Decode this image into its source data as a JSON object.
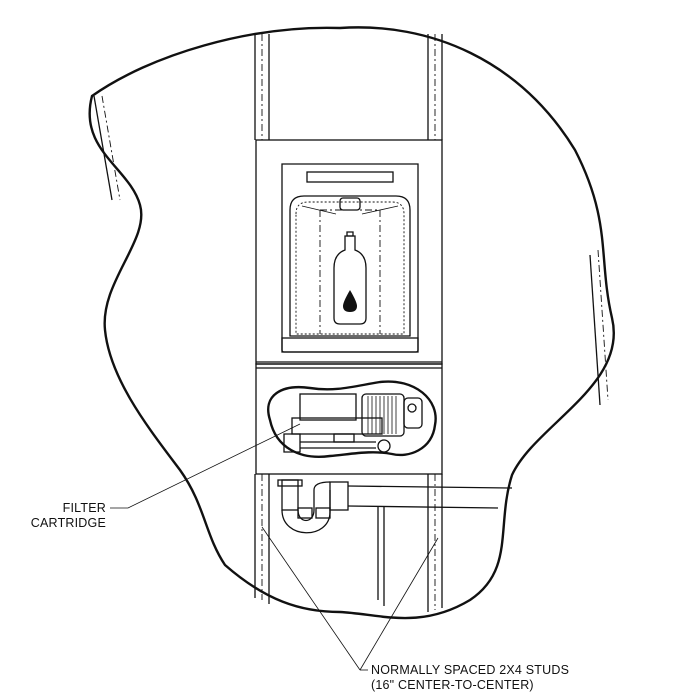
{
  "callouts": {
    "filter": {
      "line1": "FILTER",
      "line2": "CARTRIDGE"
    },
    "studs": {
      "line1": "NORMALLY SPACED 2X4 STUDS",
      "line2": "(16\" CENTER-TO-CENTER)"
    }
  },
  "icons": {
    "bottle": "bottle-icon",
    "droplet": "water-drop-icon"
  }
}
